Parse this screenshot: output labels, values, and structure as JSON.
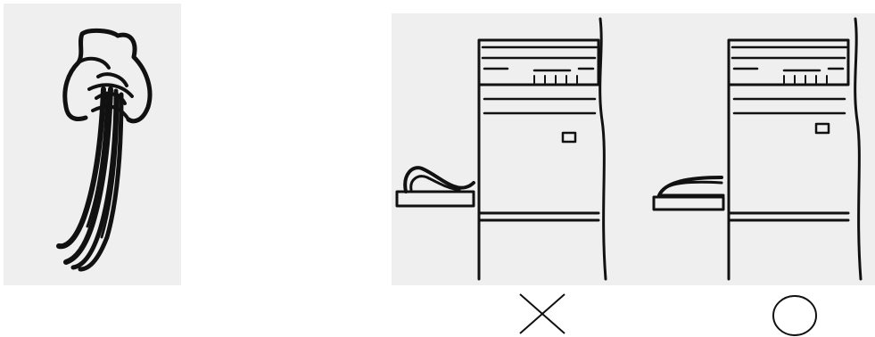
{
  "figure": {
    "panels": [
      {
        "id": "hand-holding-paper",
        "depicts": "hand-holding-curled-paper-stack"
      },
      {
        "id": "printer-incorrect",
        "depicts": "printer-with-curled-paper-on-output-tray",
        "mark": "cross"
      },
      {
        "id": "printer-correct",
        "depicts": "printer-with-flat-paper-on-output-tray",
        "mark": "circle"
      }
    ],
    "colors": {
      "panel_bg": "#efefef",
      "ink": "#111111",
      "page_bg": "#ffffff"
    },
    "icons": [
      "hand-icon",
      "paper-stack-icon",
      "printer-icon",
      "cross-icon",
      "circle-icon"
    ]
  }
}
